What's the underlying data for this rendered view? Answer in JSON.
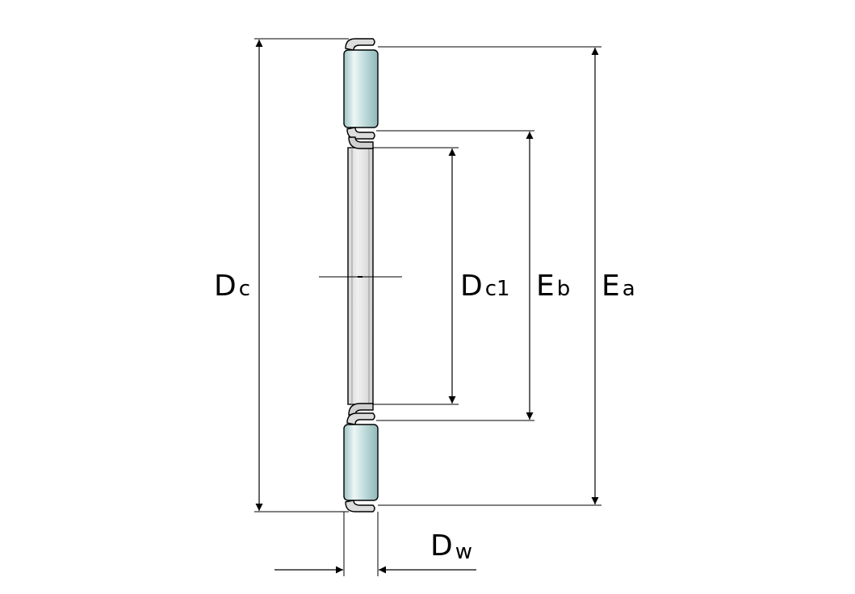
{
  "labels": {
    "dc": {
      "main": "D",
      "sub": "c"
    },
    "dc1": {
      "main": "D",
      "sub": "c1"
    },
    "eb": {
      "main": "E",
      "sub": "b"
    },
    "ea": {
      "main": "E",
      "sub": "a"
    },
    "dw": {
      "main": "D",
      "sub": "w"
    }
  },
  "colors": {
    "roller_light": "#eef6f6",
    "roller_mid": "#bcd9d9",
    "roller_dark": "#8fb8b9",
    "cage_fill": "#e6e6e6",
    "cage_edge": "#c9c9c9",
    "line": "#000000"
  }
}
